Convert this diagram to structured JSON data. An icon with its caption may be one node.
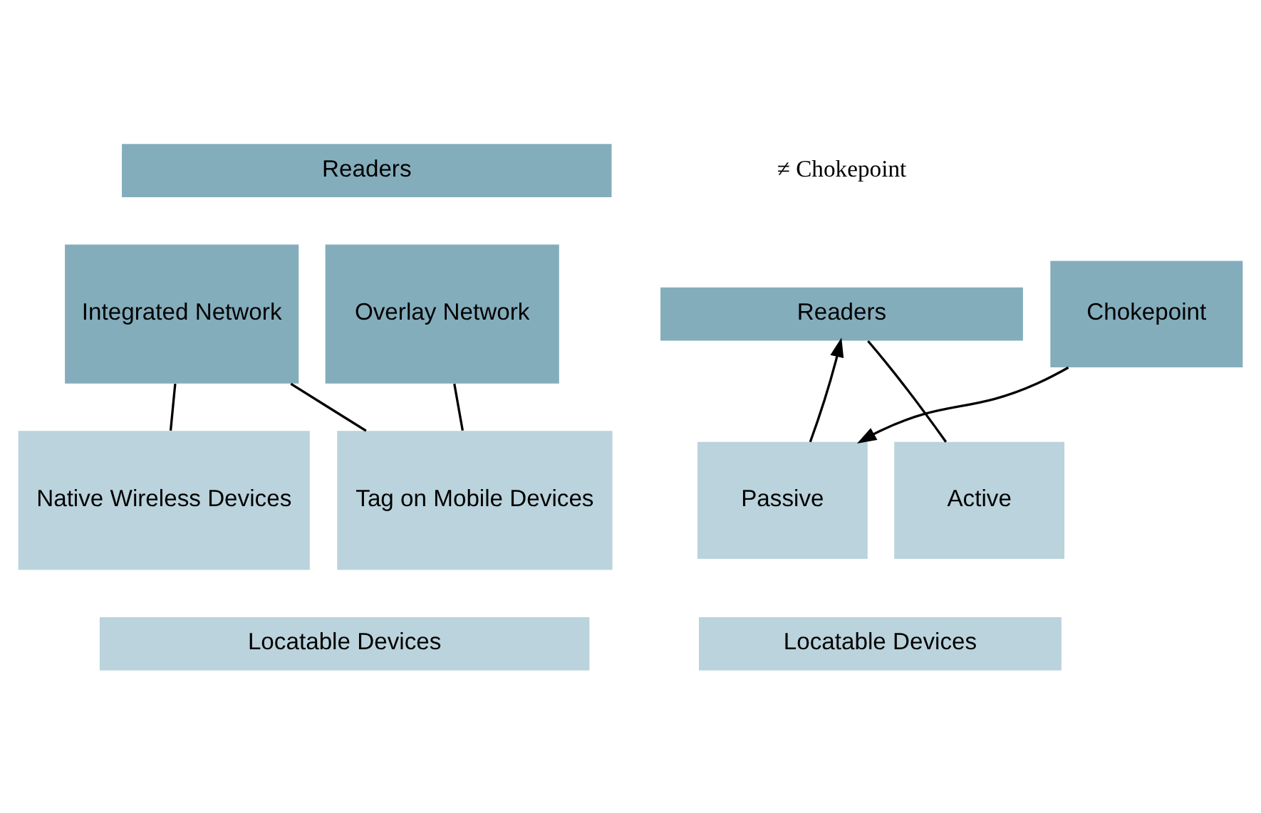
{
  "diagram": {
    "nodes": [
      {
        "text": [
          "Readers"
        ]
      },
      {
        "text": [
          "Integrated Network"
        ]
      },
      {
        "text": [
          "Overlay Network"
        ]
      },
      {
        "text": [
          "Native Wireless Devices"
        ]
      },
      {
        "text": [
          "Tag on Mobile Devices"
        ]
      },
      {
        "text": [
          "Locatable Devices"
        ]
      },
      {
        "text": [
          "Readers"
        ]
      },
      {
        "text": [
          "Chokepoint"
        ]
      },
      {
        "text": [
          "Active"
        ]
      },
      {
        "text": [
          "Passive"
        ]
      },
      {
        "text": [
          "Locatable Devices"
        ]
      }
    ],
    "edges": [
      {
        "from": 1,
        "to": 3,
        "arrow": "none"
      },
      {
        "from": 1,
        "to": 4,
        "arrow": "none"
      },
      {
        "from": 2,
        "to": 4,
        "arrow": "none"
      },
      {
        "from": 8,
        "to": 6,
        "arrow": "none"
      },
      {
        "from": 9,
        "to": 6,
        "arrow": "to"
      },
      {
        "from": 7,
        "to": 9,
        "arrow": "to"
      }
    ],
    "labels": [
      "≠ Chokepoint"
    ]
  }
}
